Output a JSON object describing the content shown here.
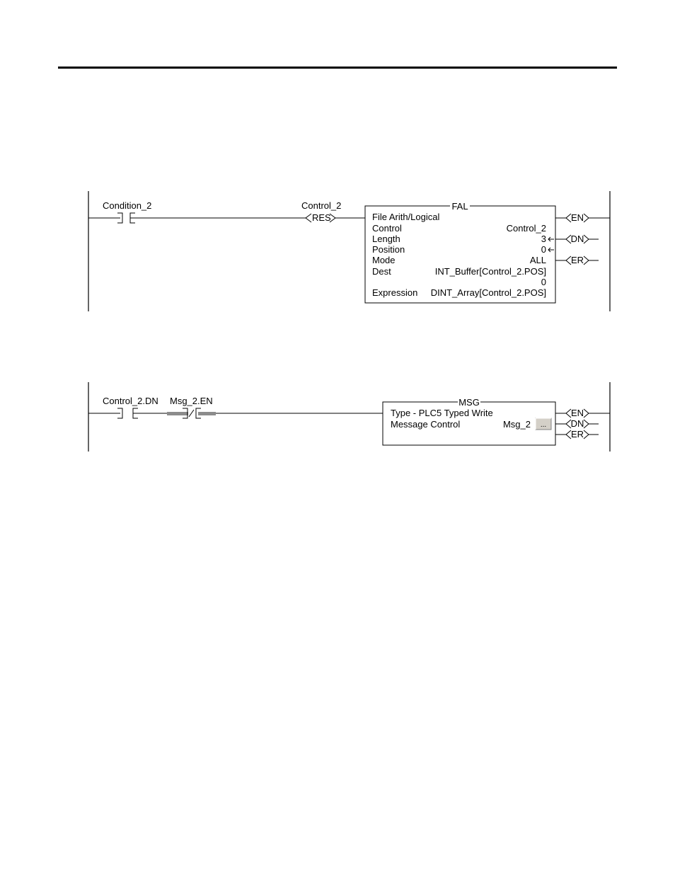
{
  "rung1": {
    "contact_tag": "Condition_2",
    "reset_tag": "Control_2",
    "reset_symbol": "RES",
    "fal": {
      "title": "FAL",
      "subtitle": "File Arith/Logical",
      "rows": [
        {
          "label": "Control",
          "value": "Control_2"
        },
        {
          "label": "Length",
          "value": "3"
        },
        {
          "label": "Position",
          "value": "0"
        },
        {
          "label": "Mode",
          "value": "ALL"
        },
        {
          "label": "Dest",
          "value": "INT_Buffer[Control_2.POS]"
        },
        {
          "label": "",
          "value": "0"
        },
        {
          "label": "Expression",
          "value": "DINT_Array[Control_2.POS]"
        }
      ],
      "outputs": [
        "EN",
        "DN",
        "ER"
      ]
    }
  },
  "rung2": {
    "contact_tag": "Control_2.DN",
    "nc_contact_tag": "Msg_2.EN",
    "msg": {
      "title": "MSG",
      "type_line": "Type - PLC5 Typed Write",
      "control_label": "Message Control",
      "control_value": "Msg_2",
      "button_label": "...",
      "outputs": [
        "EN",
        "DN",
        "ER"
      ]
    }
  }
}
